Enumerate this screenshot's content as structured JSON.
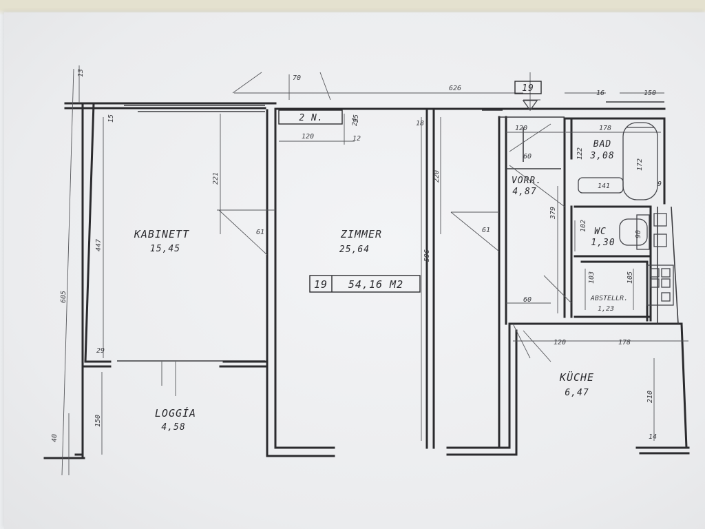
{
  "plan": {
    "apartment_no": "19",
    "total_area": "54,16 M2",
    "level_marker": "19",
    "room_label_2n": "2 N."
  },
  "rooms": {
    "kabinett": {
      "name": "KABINETT",
      "area": "15,45"
    },
    "zimmer": {
      "name": "ZIMMER",
      "area": "25,64"
    },
    "loggia": {
      "name": "LOGGÍA",
      "area": "4,58"
    },
    "kueche": {
      "name": "KÜCHE",
      "area": "6,47"
    },
    "vorraum": {
      "name": "VORR.",
      "area": "4,87"
    },
    "bad": {
      "name": "BAD",
      "area": "3,08"
    },
    "wc": {
      "name": "WC",
      "area": "1,30"
    },
    "abstellraum": {
      "name": "ABSTELLR.",
      "area": "1,23"
    }
  },
  "dimensions": {
    "total_width": "626",
    "total_depth": "605",
    "kabinett_depth": "447",
    "kabinett_window": "221",
    "loggia_depth": "150",
    "zimmer_depth": "596",
    "zimmer_window": "220",
    "niche_width": "120",
    "niche_depth": "12",
    "niche_side": "24",
    "vorr_depth": "379",
    "vorr_width": "120",
    "bad_width": "178",
    "bad_depth": "122",
    "bad_tub": "172",
    "bad_basin": "141",
    "wc_depth": "102",
    "wc_width": "90",
    "abst_depth": "103",
    "abst_depth_b": "105",
    "kueche_depth": "210",
    "kueche_width": "178",
    "kueche_entry": "120",
    "door_a": "61",
    "door_b": "61",
    "door_c": "60",
    "door_d": "60",
    "wall_a": "70",
    "wall_b": "16",
    "wall_c": "150",
    "wall_d": "15",
    "wall_e": "18",
    "wall_f": "29",
    "wall_g": "40",
    "wall_h": "14",
    "wall_i": "13",
    "wall_j": "25",
    "wall_k": "9"
  }
}
